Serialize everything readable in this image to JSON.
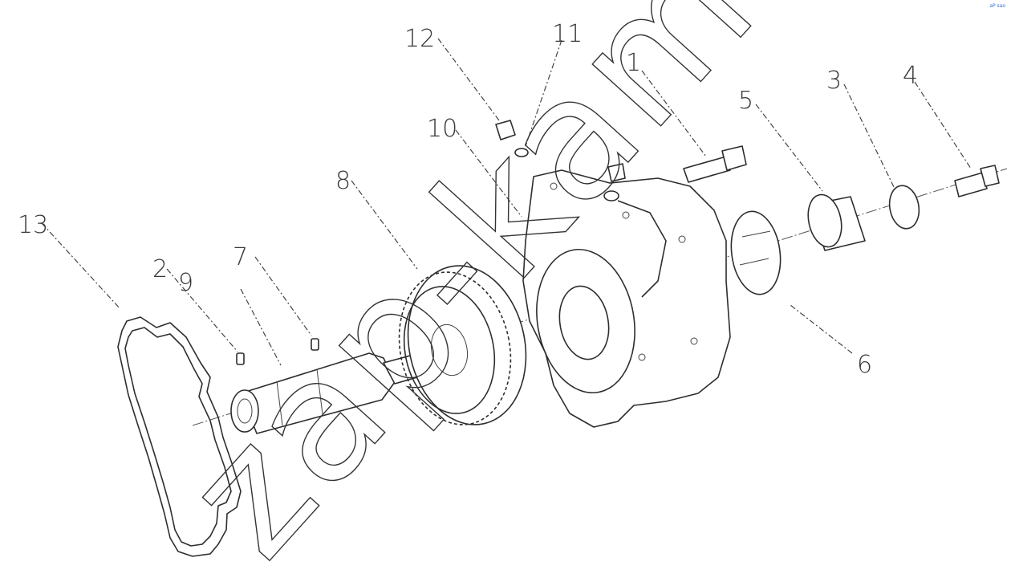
{
  "diagram": {
    "callouts": [
      {
        "id": "1",
        "label": "1"
      },
      {
        "id": "2",
        "label": "2"
      },
      {
        "id": "3",
        "label": "3"
      },
      {
        "id": "4",
        "label": "4"
      },
      {
        "id": "5",
        "label": "5"
      },
      {
        "id": "6",
        "label": "6"
      },
      {
        "id": "7",
        "label": "7"
      },
      {
        "id": "8",
        "label": "8"
      },
      {
        "id": "9",
        "label": "9"
      },
      {
        "id": "10",
        "label": "10"
      },
      {
        "id": "11",
        "label": "11"
      },
      {
        "id": "12",
        "label": "12"
      },
      {
        "id": "13",
        "label": "13"
      }
    ],
    "watermark": "zap-kam.ru",
    "corner_mark": "aP sao"
  }
}
